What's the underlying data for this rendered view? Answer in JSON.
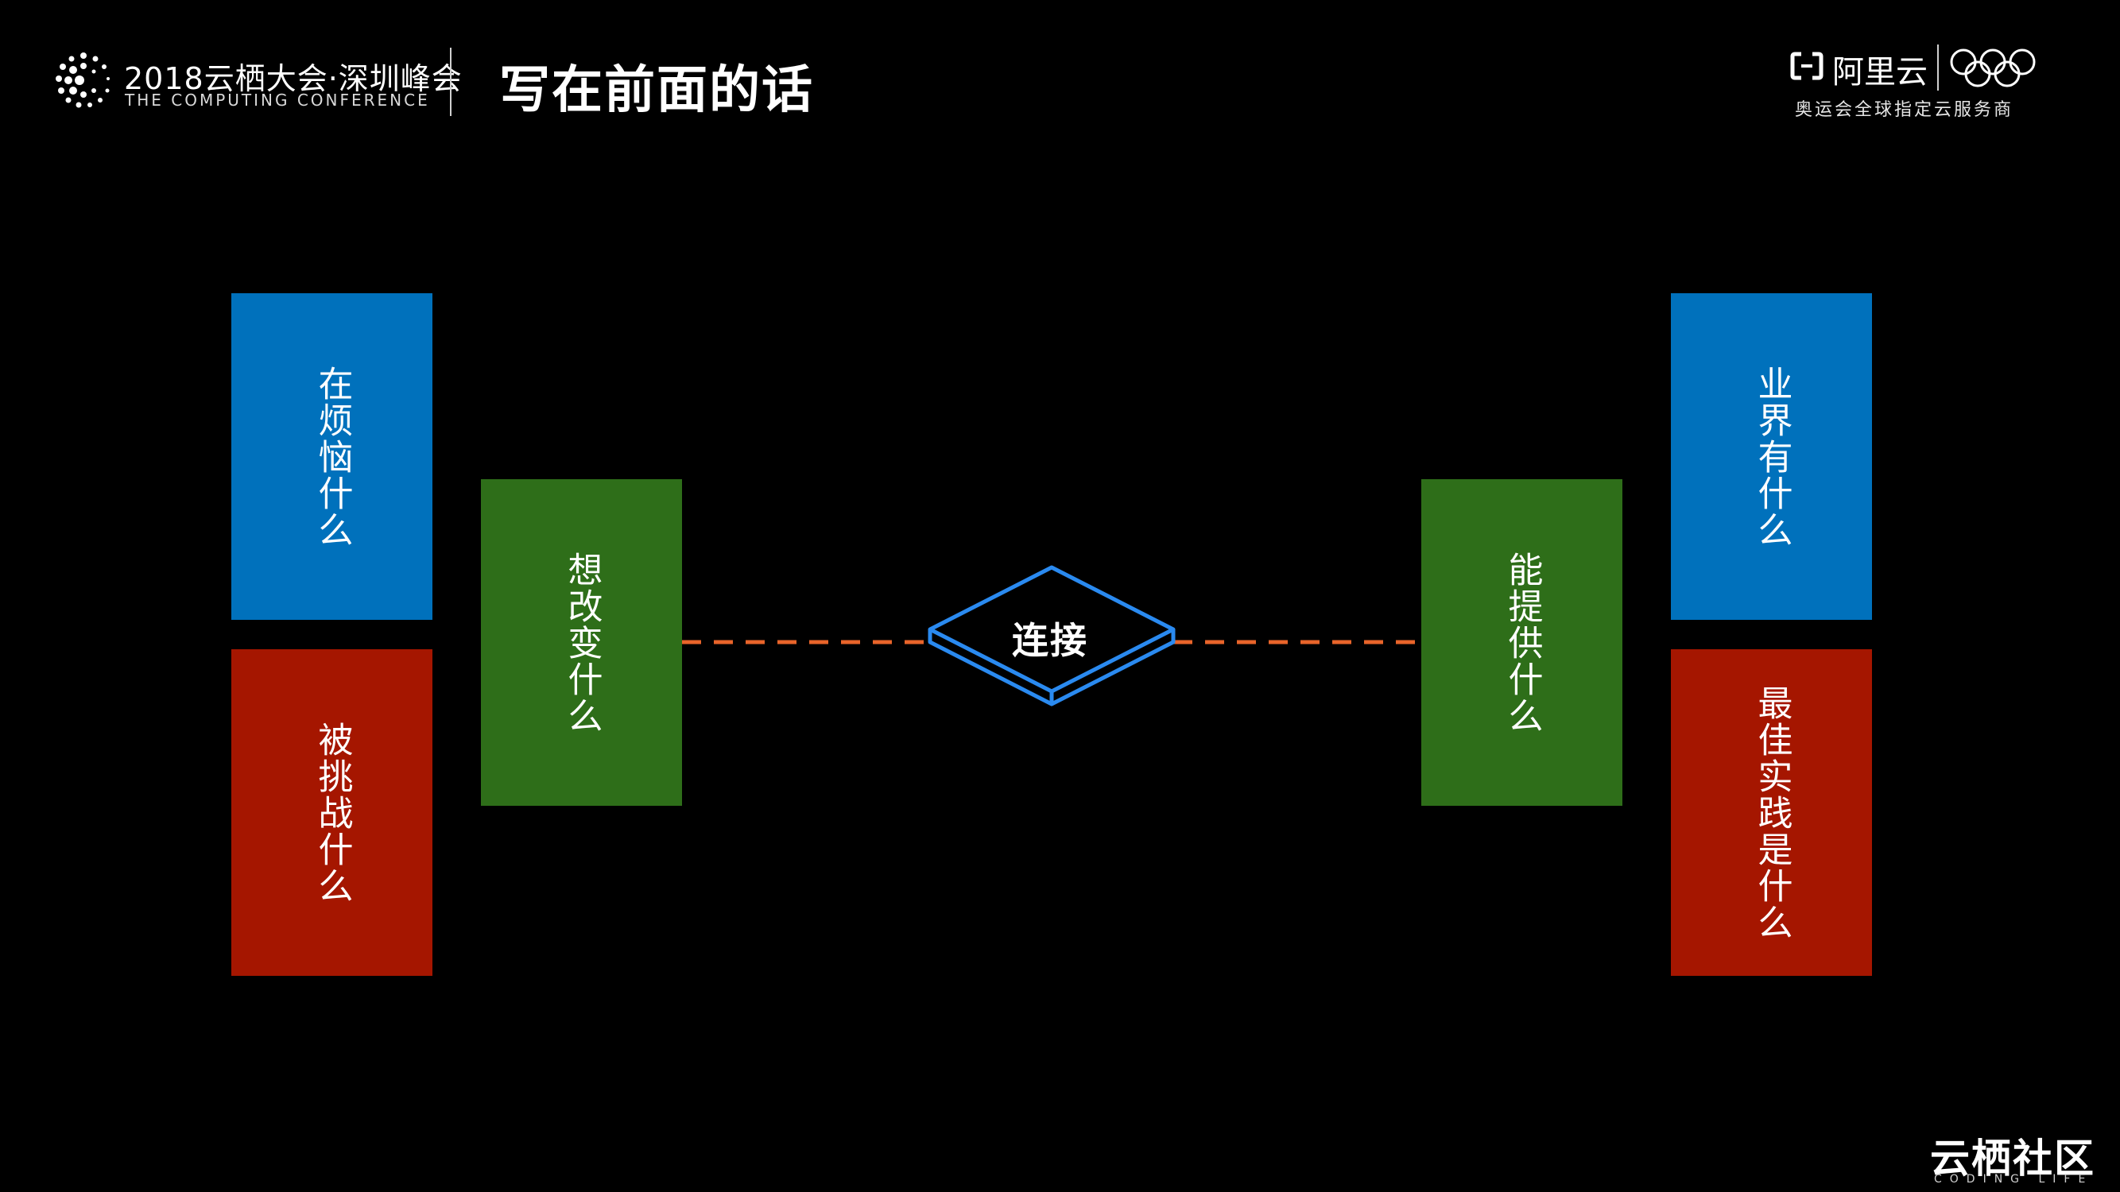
{
  "header": {
    "conference_title": "2018云栖大会·深圳峰会",
    "conference_subtitle": "THE COMPUTING CONFERENCE",
    "page_title": "写在前面的话",
    "brand_name": "阿里云",
    "sponsor_text": "奥运会全球指定云服务商"
  },
  "diagram": {
    "left_top": "在烦恼什么",
    "left_bottom": "被挑战什么",
    "left_middle": "想改变什么",
    "center": "连接",
    "right_middle": "能提供什么",
    "right_top": "业界有什么",
    "right_bottom": "最佳实践是什么"
  },
  "footer": {
    "brand": "云栖社区",
    "tagline": "CODING LIFE"
  },
  "colors": {
    "background": "#000000",
    "blue": "#0071bc",
    "red": "#a51600",
    "green": "#2e6e19",
    "connector_dash": "#e8642a",
    "diamond_stroke": "#2a8af0"
  },
  "icons": [
    "conference-logo-icon",
    "aliyun-logo-icon",
    "olympic-rings-icon"
  ]
}
